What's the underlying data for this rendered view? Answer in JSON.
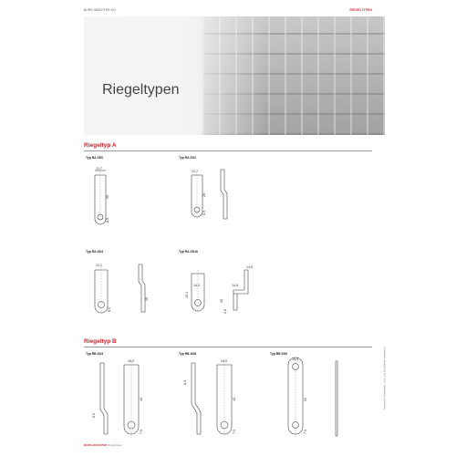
{
  "header": {
    "left": "BURG-WÄCHTER KG",
    "right": "RIEGELTYPEN"
  },
  "hero": {
    "title": "Riegeltypen"
  },
  "section_a": {
    "title": "Riegeltyp A",
    "items": [
      {
        "label": "Typ RA 25/0",
        "dims": [
          "13,7",
          "25",
          "8,5"
        ]
      },
      {
        "label": "Typ RA 25/2",
        "dims": [
          "12,7",
          "25",
          "8,5"
        ]
      },
      {
        "label": "Typ RA 25/4",
        "dims": [
          "12,2",
          "15",
          "8,5"
        ]
      },
      {
        "label": "Typ RA 25/16",
        "dims": [
          "14,5",
          "20,4",
          "14,2",
          "14,5",
          "15",
          "2,6"
        ]
      }
    ]
  },
  "section_b": {
    "title": "Riegeltyp B",
    "items": [
      {
        "label": "Typ RB 40/3",
        "dims": [
          "15,5",
          "40",
          "8,5",
          "7,5"
        ]
      },
      {
        "label": "Typ RB 40/6",
        "dims": [
          "15,5",
          "40",
          "8,5",
          "7,5"
        ]
      },
      {
        "label": "Typ RB 53/0",
        "dims": [
          "15,5",
          "53",
          "7,5"
        ]
      }
    ]
  },
  "side_note": "Technische Änderungen, Satz- und Druckfehler vorbehalten.",
  "footer": {
    "brand": "BURG-WÄCHTER",
    "sub": "Riegeltypen"
  }
}
